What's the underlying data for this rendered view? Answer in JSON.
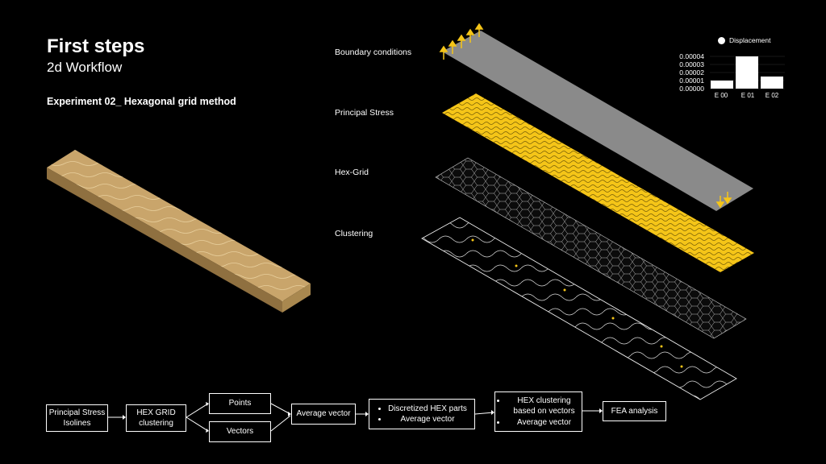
{
  "header": {
    "title": "First steps",
    "subtitle": "2d Workflow",
    "experiment": "Experiment 02_ Hexagonal grid method"
  },
  "layers": {
    "boundary": "Boundary conditions",
    "stress": "Principal Stress",
    "hexgrid": "Hex-Grid",
    "clustering": "Clustering"
  },
  "chart_data": {
    "type": "bar",
    "categories": [
      "E 00",
      "E 01",
      "E 02"
    ],
    "series": [
      {
        "name": "Displacement",
        "values": [
          1e-05,
          4e-05,
          1.5e-05
        ]
      }
    ],
    "yticks": [
      "0.00004",
      "0.00003",
      "0.00002",
      "0.00001",
      "0.00000"
    ],
    "ylim": [
      0,
      4e-05
    ],
    "legend": "top",
    "bar_color": "#ffffff"
  },
  "flow": {
    "n1": "Principal Stress Isolines",
    "n2": "HEX GRID clustering",
    "n3": "Points",
    "n4": "Vectors",
    "n5": "Average vector",
    "n6": [
      "Discretized HEX parts",
      "Average vector"
    ],
    "n7": [
      "HEX clustering based on vectors",
      "Average vector"
    ],
    "n8": "FEA analysis"
  },
  "colors": {
    "accent": "#f5c518",
    "wood": "#c9a56b",
    "plate": "#8a8a8a"
  }
}
